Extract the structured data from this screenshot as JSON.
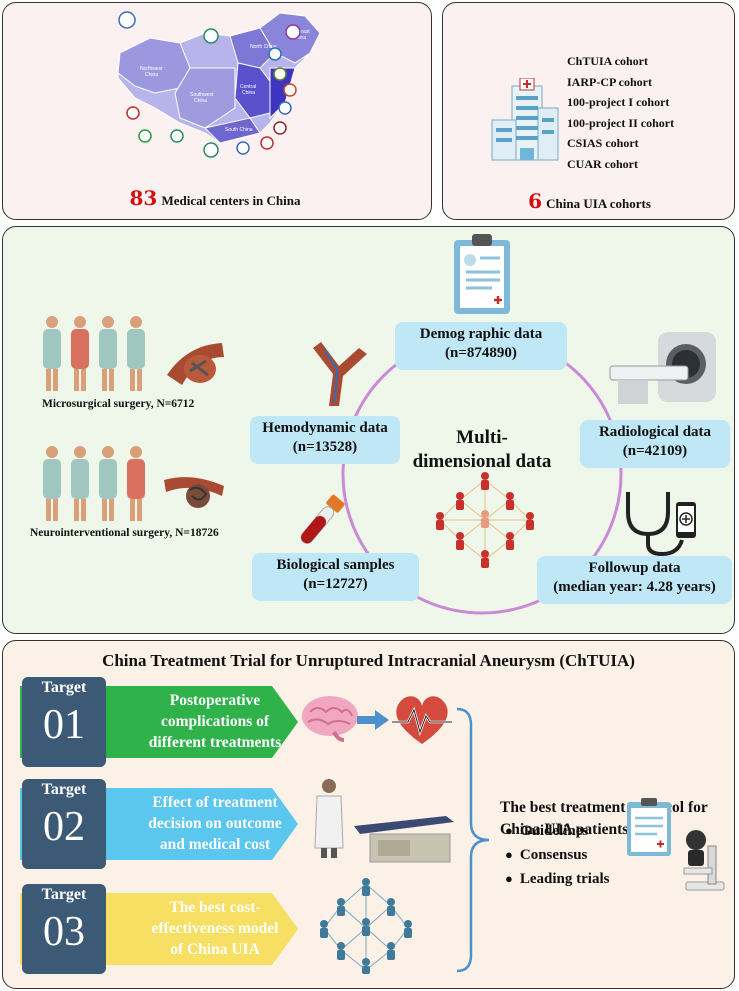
{
  "map_panel": {
    "count": "83",
    "caption": "Medical centers in China",
    "regions": [
      "Northwest China",
      "Northeast China",
      "North China",
      "Southwest China",
      "Central China",
      "South China"
    ]
  },
  "cohort_panel": {
    "count": "6",
    "caption": "China UIA cohorts",
    "cohorts": [
      "ChTUIA cohort",
      "IARP-CP cohort",
      "100-project I cohort",
      "100-project II cohort",
      "CSIAS cohort",
      "CUAR cohort"
    ]
  },
  "data_panel": {
    "center_title": "Multi-dimensional data",
    "surgeries": [
      "Microsurgical surgery, N=6712",
      "Neurointerventional surgery, N=18726"
    ],
    "boxes": {
      "demographic": [
        "Demog raphic data",
        "(n=874890)"
      ],
      "hemodynamic": [
        "Hemodynamic data",
        "(n=13528)"
      ],
      "radiological": [
        "Radiological data",
        "(n=42109)"
      ],
      "biological": [
        "Biological samples",
        "(n=12727)"
      ],
      "followup": [
        "Followup data",
        "(median year: 4.28 years)"
      ]
    },
    "colors": {
      "box": "#bfe7f5",
      "circle": "#c98ad6",
      "people": "#c9302c"
    }
  },
  "trial_panel": {
    "title": "China Treatment Trial for Unruptured Intracranial Aneurysm (ChTUIA)",
    "targets": [
      {
        "label": "Target",
        "number": "01",
        "text": [
          "Postoperative",
          "complications of",
          "different treatments"
        ],
        "color": "#2fb24a",
        "text_color": "#ffffff"
      },
      {
        "label": "Target",
        "number": "02",
        "text": [
          "Effect of treatment",
          "decision on outcome",
          "and medical cost"
        ],
        "color": "#5bc6ee",
        "text_color": "#ffffff"
      },
      {
        "label": "Target",
        "number": "03",
        "text": [
          "The best cost-",
          "effectiveness model",
          "of China UIA"
        ],
        "color": "#f6df62",
        "text_color": "#ffffff"
      }
    ],
    "outcome_title": "The best treatment protocol for China UIA patients",
    "bullets": [
      "Guidelines",
      "Consensus",
      "Leading trials"
    ]
  }
}
